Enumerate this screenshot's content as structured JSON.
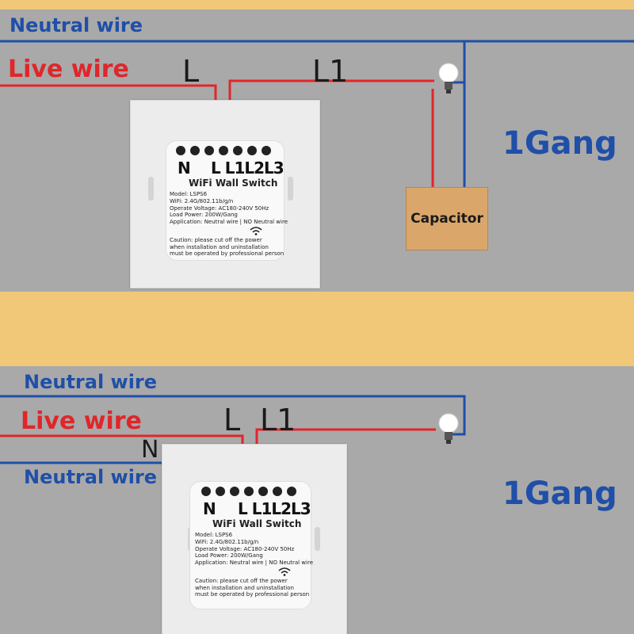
{
  "top": {
    "neutral_label": "Neutral wire",
    "live_label": "Live wire",
    "terminal_L": "L",
    "terminal_L1": "L1",
    "gang_label": "1Gang",
    "capacitor_label": "Capacitor",
    "switch": {
      "terminal_n": "N",
      "terminals": "L L1L2L3",
      "title": "WiFi Wall Switch",
      "model": "Model: LSPS6",
      "wifi": "WiFi:  2.4G/802.11b/g/n",
      "voltage": "Operate Voltage:  AC180-240V 50Hz",
      "load": "Load Power:  200W/Gang",
      "application": "Application:  Neutral wire | NO Neutral wire",
      "caution1": "Caution:  please cut off the power",
      "caution2": "when installation and uninstallation",
      "caution3": "must be operated by professional person"
    }
  },
  "bottom": {
    "neutral_label": "Neutral wire",
    "live_label": "Live wire",
    "neutral_label_2": "Neutral wire",
    "terminal_N": "N",
    "terminal_L": "L",
    "terminal_L1": "L1",
    "gang_label": "1Gang",
    "switch": {
      "terminal_n": "N",
      "terminals": "L L1L2L3",
      "title": "WiFi Wall Switch",
      "model": "Model:  LSPS6",
      "wifi": "WiFi:  2.4G/802.11b/g/n",
      "voltage": "Operate Voltage:  AC180-240V 50Hz",
      "load": "Load Power:  200W/Gang",
      "application": "Application:  Neutral wire | NO Neutral wire",
      "caution1": "Caution:  please cut off the power",
      "caution2": "when installation and uninstallation",
      "caution3": "must be operated by professional person"
    }
  },
  "colors": {
    "neutral": "#1f4fa8",
    "live": "#e0262a",
    "panel": "#a9a9a9",
    "band": "#f0c878",
    "capacitor": "#dba66a"
  }
}
